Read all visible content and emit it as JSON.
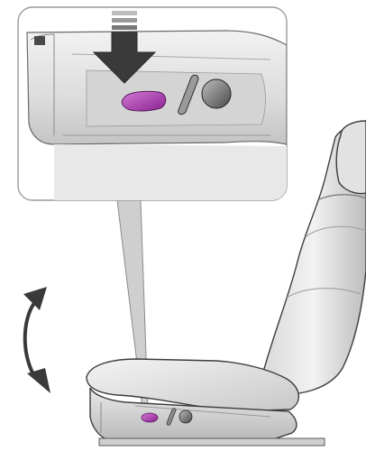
{
  "diagram": {
    "subject": "seat-height-adjustment",
    "parts": [
      {
        "id": "inset-callout",
        "icon": "zoom-callout"
      },
      {
        "id": "press-arrow",
        "icon": "arrow-down-icon"
      },
      {
        "id": "height-adjust-control",
        "icon": "switch-icon"
      },
      {
        "id": "recline-lever",
        "icon": "lever-icon"
      },
      {
        "id": "lumbar-knob",
        "icon": "knob-icon"
      },
      {
        "id": "height-motion-arrow",
        "icon": "double-arrow-vertical-icon"
      },
      {
        "id": "seat",
        "icon": "car-seat-icon"
      }
    ]
  },
  "colors": {
    "highlight": "#9b2fa0",
    "highlight_light": "#c969cc",
    "seat_fill": "#e6e6e6",
    "seat_shadow": "#b5b5b5",
    "outline": "#3c3c3c",
    "arrow": "#3a3a3a",
    "frame": "#9a9a9a"
  }
}
